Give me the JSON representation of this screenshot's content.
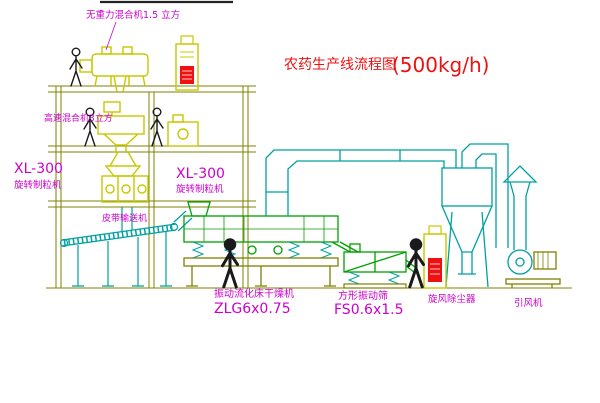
{
  "title": {
    "name": "农药生产线流程图",
    "capacity": "(500kg/h)"
  },
  "equipment_labels": {
    "gravity_mixer": "无重力混合机1.5 立方",
    "high_speed_mixer": "高速混合机3立方",
    "left_granulator_model": "XL-300",
    "left_granulator_name": "旋转制粒机",
    "mid_granulator_model": "XL-300",
    "mid_granulator_name": "旋转制粒机",
    "belt_conveyor": "皮带输送机",
    "fluid_bed_dryer": "振动流化床干燥机",
    "fluid_bed_dryer_model": "ZLG6x0.75",
    "vibrating_sieve": "方形振动筛",
    "vibrating_sieve_model": "FS0.6x1.5",
    "cyclone": "旋风除尘器",
    "fan": "引风机"
  },
  "colors": {
    "background": "#ffffff",
    "structure_olive": "#808000",
    "machine_yellow": "#c8c800",
    "duct_cyan": "#00a0a0",
    "process_green": "#00a000",
    "label_magenta": "#cc00cc",
    "title_red": "#ee1111",
    "panel_red": "#ee1111",
    "figure_black": "#1a1a1a"
  }
}
